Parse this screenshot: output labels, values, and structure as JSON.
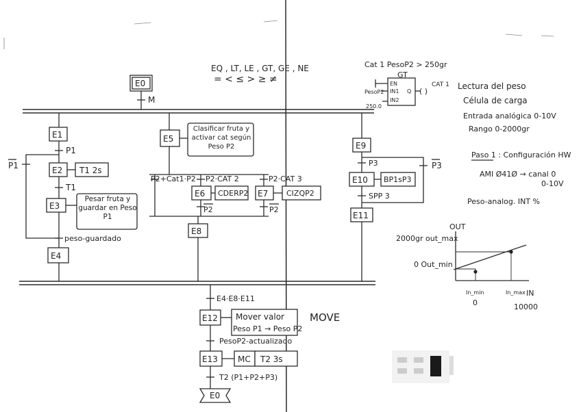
{
  "comparators": {
    "line1": "EQ , LT, LE , GT, GE , NE",
    "line2": "=  <  ≤  >  ≥  ≠"
  },
  "start_step": "E0",
  "transition_m": "M",
  "branch1": {
    "e1": "E1",
    "p1": "P1",
    "not_p1": "P1",
    "e2": "E2",
    "t1_action": "T1 2s",
    "t1": "T1",
    "e3": "E3",
    "e3_action": "Pesar fruta y guardar en Peso P1",
    "peso_guardado": "peso-guardado",
    "e4": "E4"
  },
  "branch2": {
    "e5": "E5",
    "e5_action": "Clasificar fruta y activar cat según Peso P2",
    "t_left": "P2+Cat1·P2",
    "t_mid": "P2·CAT 2",
    "t_right": "P2·CAT 3",
    "e6": "E6",
    "e6_action": "CDERP2",
    "e7": "E7",
    "e7_action": "CIZQP2",
    "not_p2_a": "P2",
    "not_p2_b": "P2",
    "e8": "E8"
  },
  "branch3": {
    "e9": "E9",
    "p3": "P3",
    "not_p3": "P3",
    "e10": "E10",
    "e10_action": "BP1sP3",
    "spp3": "SPP 3",
    "e11": "E11"
  },
  "merge": {
    "t_join": "E4·E8·E11",
    "e12": "E12",
    "e12_action1": "Mover valor",
    "e12_action2": "Peso P1 → Peso P2",
    "move": "MOVE",
    "t_pesop2": "PesoP2-actualizado",
    "e13": "E13",
    "e13_mc": "MC",
    "e13_timer": "T2 3s",
    "t_t2": "T2 (P1+P2+P3)",
    "return": "E0"
  },
  "gt_block": {
    "header": "Cat 1    PesoP2 > 250gr",
    "name": "GT",
    "en": "EN",
    "in1": "IN1",
    "q": "Q",
    "in2": "IN2",
    "in1_src": "PesoP2",
    "in2_src": "250.0",
    "coil": "CAT 1"
  },
  "notes": {
    "lectura": "Lectura del peso",
    "celula": "Célula de carga",
    "entrada": "Entrada analógica 0-10V",
    "rango": "Rango 0-2000gr",
    "paso1": "Paso 1 : Configuración HW",
    "ami": "AMI Ø41Ø → canal 0",
    "ami2": "0-10V",
    "peso_analog": "Peso-analog.  INT    %"
  },
  "graph": {
    "out_axis": "OUT",
    "out_max": "2000gr out_max",
    "out_min": "0 Out_min",
    "in_min": "In_min",
    "in_max": "In_max",
    "in_axis": "IN",
    "v0": "0",
    "v10000": "10000"
  }
}
